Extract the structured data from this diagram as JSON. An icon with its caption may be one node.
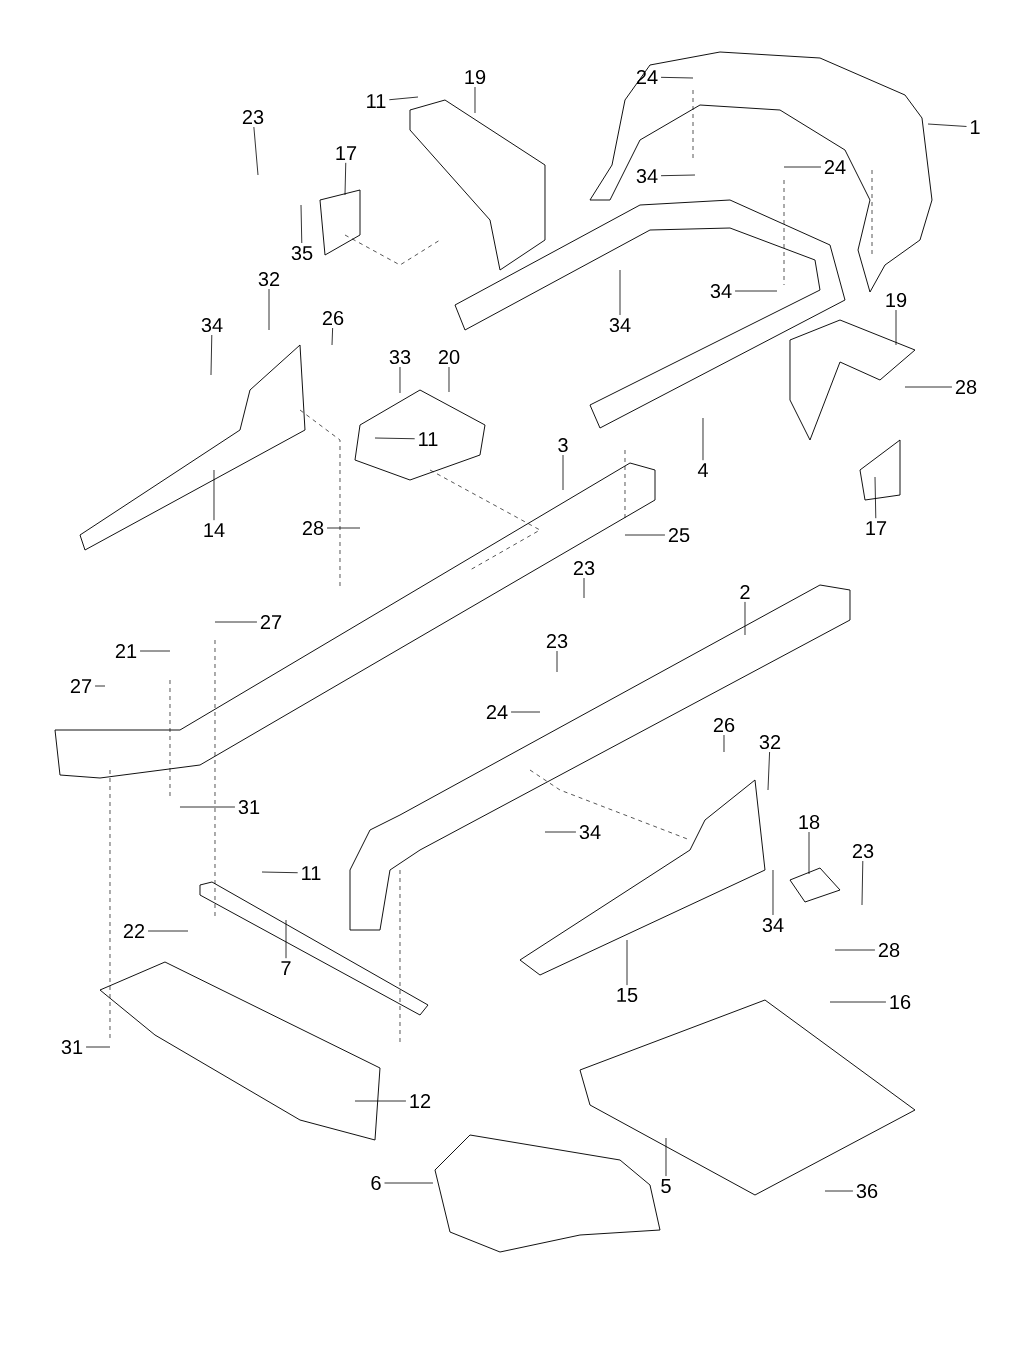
{
  "diagram": {
    "nodes": [
      {
        "text": [
          "1"
        ]
      },
      {
        "text": [
          "19"
        ]
      },
      {
        "text": [
          "11"
        ]
      },
      {
        "text": [
          "24"
        ]
      },
      {
        "text": [
          "23"
        ]
      },
      {
        "text": [
          "17"
        ]
      },
      {
        "text": [
          "35"
        ]
      },
      {
        "text": [
          "34"
        ]
      },
      {
        "text": [
          "24"
        ]
      },
      {
        "text": [
          "34"
        ]
      },
      {
        "text": [
          "34"
        ]
      },
      {
        "text": [
          "32"
        ]
      },
      {
        "text": [
          "26"
        ]
      },
      {
        "text": [
          "34"
        ]
      },
      {
        "text": [
          "33"
        ]
      },
      {
        "text": [
          "20"
        ]
      },
      {
        "text": [
          "19"
        ]
      },
      {
        "text": [
          "28"
        ]
      },
      {
        "text": [
          "11"
        ]
      },
      {
        "text": [
          "3"
        ]
      },
      {
        "text": [
          "4"
        ]
      },
      {
        "text": [
          "14"
        ]
      },
      {
        "text": [
          "28"
        ]
      },
      {
        "text": [
          "17"
        ]
      },
      {
        "text": [
          "25"
        ]
      },
      {
        "text": [
          "23"
        ]
      },
      {
        "text": [
          "2"
        ]
      },
      {
        "text": [
          "27"
        ]
      },
      {
        "text": [
          "21"
        ]
      },
      {
        "text": [
          "23"
        ]
      },
      {
        "text": [
          "27"
        ]
      },
      {
        "text": [
          "24"
        ]
      },
      {
        "text": [
          "26"
        ]
      },
      {
        "text": [
          "32"
        ]
      },
      {
        "text": [
          "31"
        ]
      },
      {
        "text": [
          "34"
        ]
      },
      {
        "text": [
          "18"
        ]
      },
      {
        "text": [
          "23"
        ]
      },
      {
        "text": [
          "11"
        ]
      },
      {
        "text": [
          "34"
        ]
      },
      {
        "text": [
          "22"
        ]
      },
      {
        "text": [
          "7"
        ]
      },
      {
        "text": [
          "28"
        ]
      },
      {
        "text": [
          "15"
        ]
      },
      {
        "text": [
          "16"
        ]
      },
      {
        "text": [
          "31"
        ]
      },
      {
        "text": [
          "12"
        ]
      },
      {
        "text": [
          "6"
        ]
      },
      {
        "text": [
          "5"
        ]
      },
      {
        "text": [
          "36"
        ]
      }
    ],
    "edges": [
      {
        "from": 0,
        "to": null,
        "arrow": "none"
      },
      {
        "from": 1,
        "to": null,
        "arrow": "none"
      },
      {
        "from": 2,
        "to": null,
        "arrow": "none"
      },
      {
        "from": 3,
        "to": null,
        "arrow": "none"
      },
      {
        "from": 4,
        "to": null,
        "arrow": "none"
      },
      {
        "from": 5,
        "to": null,
        "arrow": "none"
      },
      {
        "from": 6,
        "to": null,
        "arrow": "none"
      },
      {
        "from": 7,
        "to": null,
        "arrow": "none"
      },
      {
        "from": 8,
        "to": null,
        "arrow": "none"
      },
      {
        "from": 9,
        "to": null,
        "arrow": "none"
      },
      {
        "from": 10,
        "to": null,
        "arrow": "none"
      },
      {
        "from": 11,
        "to": null,
        "arrow": "none"
      },
      {
        "from": 12,
        "to": null,
        "arrow": "none"
      },
      {
        "from": 13,
        "to": null,
        "arrow": "none"
      },
      {
        "from": 14,
        "to": null,
        "arrow": "none"
      },
      {
        "from": 15,
        "to": null,
        "arrow": "none"
      },
      {
        "from": 16,
        "to": null,
        "arrow": "none"
      },
      {
        "from": 17,
        "to": null,
        "arrow": "none"
      },
      {
        "from": 18,
        "to": null,
        "arrow": "none"
      },
      {
        "from": 19,
        "to": null,
        "arrow": "none"
      },
      {
        "from": 20,
        "to": null,
        "arrow": "none"
      },
      {
        "from": 21,
        "to": null,
        "arrow": "none"
      },
      {
        "from": 22,
        "to": null,
        "arrow": "none"
      },
      {
        "from": 23,
        "to": null,
        "arrow": "none"
      },
      {
        "from": 24,
        "to": null,
        "arrow": "none"
      },
      {
        "from": 25,
        "to": null,
        "arrow": "none"
      },
      {
        "from": 26,
        "to": null,
        "arrow": "none"
      },
      {
        "from": 27,
        "to": null,
        "arrow": "none"
      },
      {
        "from": 28,
        "to": null,
        "arrow": "none"
      },
      {
        "from": 29,
        "to": null,
        "arrow": "none"
      },
      {
        "from": 30,
        "to": null,
        "arrow": "none"
      },
      {
        "from": 31,
        "to": null,
        "arrow": "none"
      },
      {
        "from": 32,
        "to": null,
        "arrow": "none"
      },
      {
        "from": 33,
        "to": null,
        "arrow": "none"
      },
      {
        "from": 34,
        "to": null,
        "arrow": "none"
      },
      {
        "from": 35,
        "to": null,
        "arrow": "none"
      },
      {
        "from": 36,
        "to": null,
        "arrow": "none"
      },
      {
        "from": 37,
        "to": null,
        "arrow": "none"
      },
      {
        "from": 38,
        "to": null,
        "arrow": "none"
      },
      {
        "from": 39,
        "to": null,
        "arrow": "none"
      },
      {
        "from": 40,
        "to": null,
        "arrow": "none"
      },
      {
        "from": 41,
        "to": null,
        "arrow": "none"
      },
      {
        "from": 42,
        "to": null,
        "arrow": "none"
      },
      {
        "from": 43,
        "to": null,
        "arrow": "none"
      },
      {
        "from": 44,
        "to": null,
        "arrow": "none"
      },
      {
        "from": 45,
        "to": null,
        "arrow": "none"
      },
      {
        "from": 46,
        "to": null,
        "arrow": "none"
      },
      {
        "from": 47,
        "to": null,
        "arrow": "none"
      },
      {
        "from": 48,
        "to": null,
        "arrow": "none"
      },
      {
        "from": 49,
        "to": null,
        "arrow": "none"
      }
    ]
  }
}
